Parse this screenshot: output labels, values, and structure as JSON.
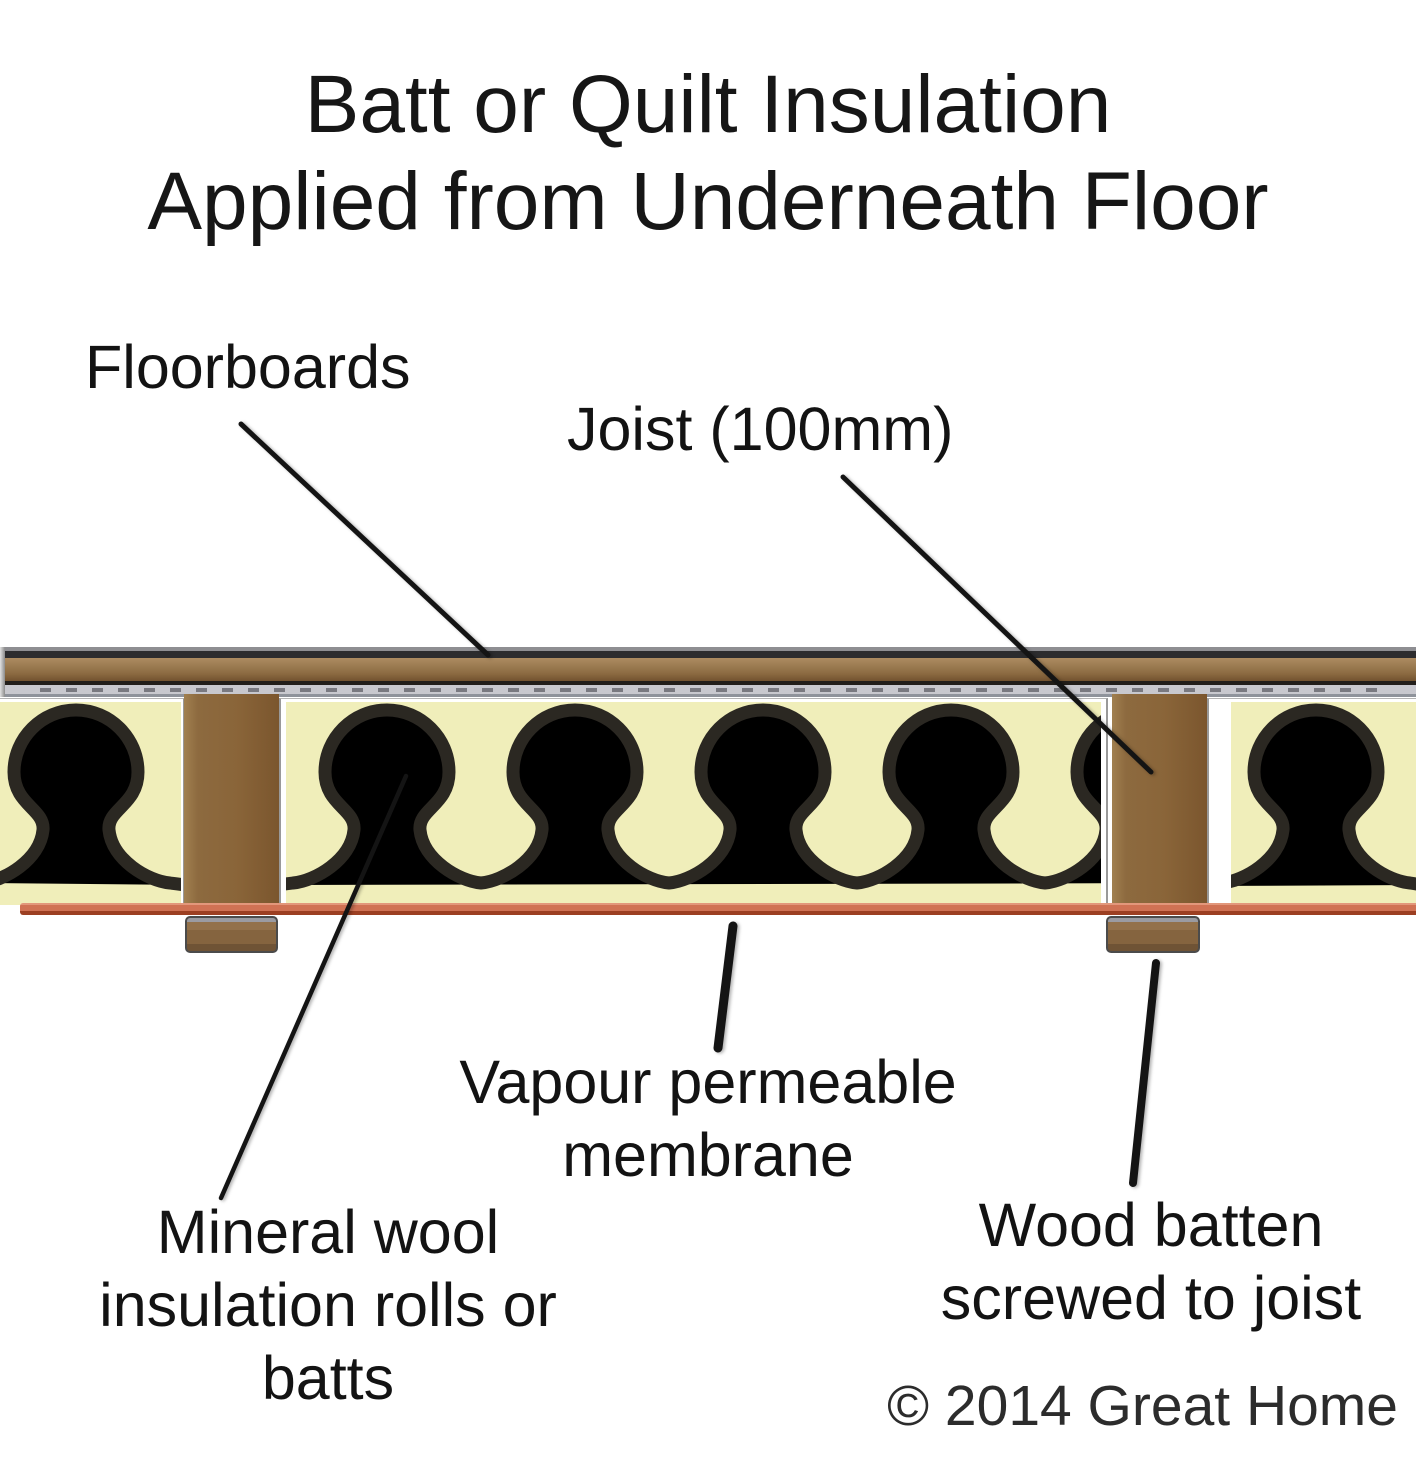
{
  "title": {
    "line1": "Batt or Quilt Insulation",
    "line2": "Applied from Underneath Floor"
  },
  "labels": {
    "floorboards": "Floorboards",
    "joist": "Joist (100mm)",
    "vapour1": "Vapour permeable",
    "vapour2": "membrane",
    "mineral1": "Mineral wool",
    "mineral2": "insulation rolls or batts",
    "batten1": "Wood batten",
    "batten2": "screwed to joist"
  },
  "footer": {
    "copyright": "© 2014 Great Home"
  },
  "colors": {
    "insulation_yellow": "#f0eeba",
    "wave_black": "#2b2822",
    "joist_brown": "#8a6539",
    "floorboard_brown": "#9a7a50",
    "membrane_salmon": "#d07254",
    "membrane_edge": "#9c3f22",
    "deck_gray": "#c8c8ce",
    "batten_brown": "#85643f",
    "text_black": "#131313"
  }
}
